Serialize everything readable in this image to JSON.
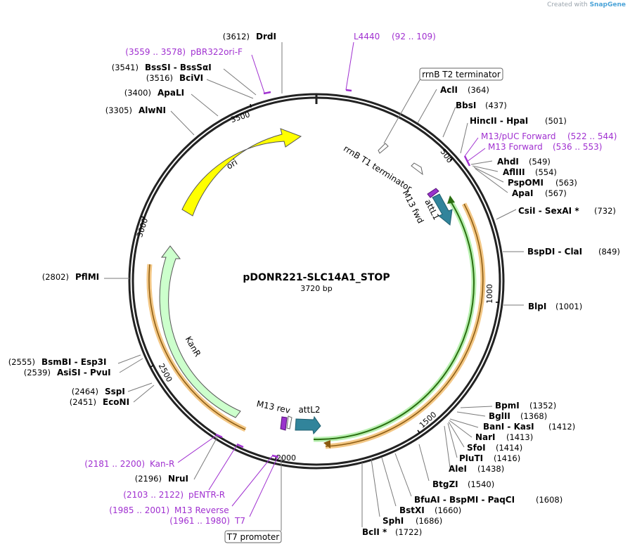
{
  "credit": {
    "prefix": "Created with",
    "brand": "SnapGene"
  },
  "plasmid": {
    "name": "pDONR221-SLC14A1_STOP",
    "size_label": "3720 bp",
    "length": 3720
  },
  "ticks": [
    "500",
    "1000",
    "1500",
    "2000",
    "2500",
    "3000",
    "3500"
  ],
  "features": {
    "ori": "ori",
    "kanr": "KanR",
    "attl1": "attL1",
    "attl2": "attL2",
    "m13fwd": "M13 fwd",
    "m13rev": "M13 rev",
    "rrnb_t1": "rrnB T1 terminator",
    "rrnb_t2": "rrnB T2 terminator",
    "t7_promoter": "T7 promoter"
  },
  "enzymes": [
    {
      "name": "DrdI",
      "pos": "(3612)"
    },
    {
      "name": "BssSI  -  BssSαI",
      "pos": "(3541)"
    },
    {
      "name": "BciVI",
      "pos": "(3516)"
    },
    {
      "name": "ApaLI",
      "pos": "(3400)"
    },
    {
      "name": "AlwNI",
      "pos": "(3305)"
    },
    {
      "name": "PflMI",
      "pos": "(2802)"
    },
    {
      "name": "BsmBI  -  Esp3I",
      "pos": "(2555)"
    },
    {
      "name": "AsiSI  -  PvuI",
      "pos": "(2539)"
    },
    {
      "name": "SspI",
      "pos": "(2464)"
    },
    {
      "name": "EcoNI",
      "pos": "(2451)"
    },
    {
      "name": "NruI",
      "pos": "(2196)"
    },
    {
      "name": "AclI",
      "pos": "(364)"
    },
    {
      "name": "BbsI",
      "pos": "(437)"
    },
    {
      "name": "HincII  -  HpaI",
      "pos": "(501)"
    },
    {
      "name": "AhdI",
      "pos": "(549)"
    },
    {
      "name": "AflIII",
      "pos": "(554)"
    },
    {
      "name": "PspOMI",
      "pos": "(563)"
    },
    {
      "name": "ApaI",
      "pos": "(567)"
    },
    {
      "name": "CsiI  -  SexAI *",
      "pos": "(732)"
    },
    {
      "name": "BspDI  -  ClaI",
      "pos": "(849)"
    },
    {
      "name": "BlpI",
      "pos": "(1001)"
    },
    {
      "name": "BpmI",
      "pos": "(1352)"
    },
    {
      "name": "BglII",
      "pos": "(1368)"
    },
    {
      "name": "BanI  -  KasI",
      "pos": "(1412)"
    },
    {
      "name": "NarI",
      "pos": "(1413)"
    },
    {
      "name": "SfoI",
      "pos": "(1414)"
    },
    {
      "name": "PluTI",
      "pos": "(1416)"
    },
    {
      "name": "AleI",
      "pos": "(1438)"
    },
    {
      "name": "BtgZI",
      "pos": "(1540)"
    },
    {
      "name": "BfuAI  -  BspMI  -  PaqCI",
      "pos": "(1608)"
    },
    {
      "name": "BstXI",
      "pos": "(1660)"
    },
    {
      "name": "SphI",
      "pos": "(1686)"
    },
    {
      "name": "BclI *",
      "pos": "(1722)"
    }
  ],
  "primers": [
    {
      "name": "L4440",
      "range": "(92 .. 109)"
    },
    {
      "name": "pBR322ori-F",
      "range": "(3559 .. 3578)"
    },
    {
      "name": "M13/pUC Forward",
      "range": "(522 .. 544)"
    },
    {
      "name": "M13 Forward",
      "range": "(536 .. 553)"
    },
    {
      "name": "Kan-R",
      "range": "(2181 .. 2200)"
    },
    {
      "name": "pENTR-R",
      "range": "(2103 .. 2122)"
    },
    {
      "name": "M13 Reverse",
      "range": "(1985 .. 2001)"
    },
    {
      "name": "T7",
      "range": "(1961 .. 1980)"
    }
  ],
  "colors": {
    "ori": "#ffff00",
    "kanr": "#ccffcc",
    "att": "#31849b",
    "m13": "#9933cc",
    "primer": "#a030d0",
    "ccdb_green": "#33aa33",
    "orange": "#f0a040"
  }
}
